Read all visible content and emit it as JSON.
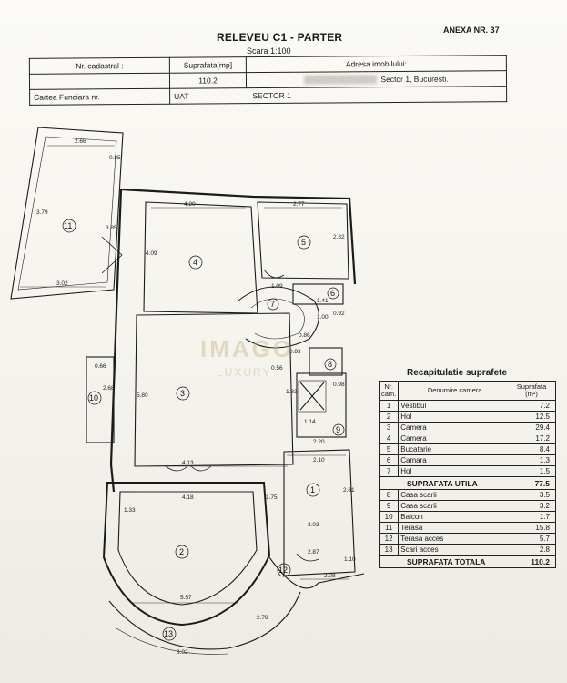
{
  "header": {
    "title": "RELEVEU C1 - PARTER",
    "scale": "Scara 1:100",
    "annex": "ANEXA NR. 37",
    "cadastral_label": "Nr. cadastral :",
    "area_label": "Suprafata[mp]",
    "address_label": "Adresa imobilului:",
    "area_value": "110.2",
    "address_value": "Sector 1, Bucuresti.",
    "carte_label": "Cartea Funciara  nr.",
    "uat_label": "UAT",
    "uat_value": "SECTOR 1"
  },
  "plan": {
    "rooms": [
      "1",
      "2",
      "3",
      "4",
      "5",
      "6",
      "7",
      "8",
      "9",
      "10",
      "11",
      "12",
      "13"
    ],
    "dims": [
      "2.66",
      "0.85",
      "3.79",
      "3.85",
      "3.02",
      "4.20",
      "4.09",
      "2.77",
      "2.82",
      "1.09",
      "1.41",
      "0.92",
      "1.00",
      "0.86",
      "0.93",
      "0.56",
      "0.66",
      "2.68",
      "5.80",
      "1.33",
      "0.98",
      "1.14",
      "2.20",
      "2.10",
      "2.61",
      "4.13",
      "4.18",
      "1.75",
      "1.33",
      "3.03",
      "2.87",
      "1.10",
      "2.08",
      "5.57",
      "2.78",
      "3.02"
    ]
  },
  "watermark": {
    "main": "IMAGO",
    "sub": "LUXURY"
  },
  "recap": {
    "title": "Recapitulatie suprafete",
    "col_nr": "Nr. cam.",
    "col_name": "Denumire camera",
    "col_area": "Suprafata (m²)",
    "rows": [
      {
        "n": "1",
        "name": "Vestibul",
        "v": "7.2"
      },
      {
        "n": "2",
        "name": "Hol",
        "v": "12.5"
      },
      {
        "n": "3",
        "name": "Camera",
        "v": "29.4"
      },
      {
        "n": "4",
        "name": "Camera",
        "v": "17.2"
      },
      {
        "n": "5",
        "name": "Bucatarie",
        "v": "8.4"
      },
      {
        "n": "6",
        "name": "Camara",
        "v": "1.3"
      },
      {
        "n": "7",
        "name": "Hol",
        "v": "1.5"
      }
    ],
    "util_label": "SUPRAFATA UTILA",
    "util_value": "77.5",
    "rows2": [
      {
        "n": "8",
        "name": "Casa scarii",
        "v": "3.5"
      },
      {
        "n": "9",
        "name": "Casa scarii",
        "v": "3.2"
      },
      {
        "n": "10",
        "name": "Balcon",
        "v": "1.7"
      },
      {
        "n": "11",
        "name": "Terasa",
        "v": "15.8"
      },
      {
        "n": "12",
        "name": "Terasa acces",
        "v": "5.7"
      },
      {
        "n": "13",
        "name": "Scari acces",
        "v": "2.8"
      }
    ],
    "total_label": "SUPRAFATA TOTALA",
    "total_value": "110.2"
  }
}
